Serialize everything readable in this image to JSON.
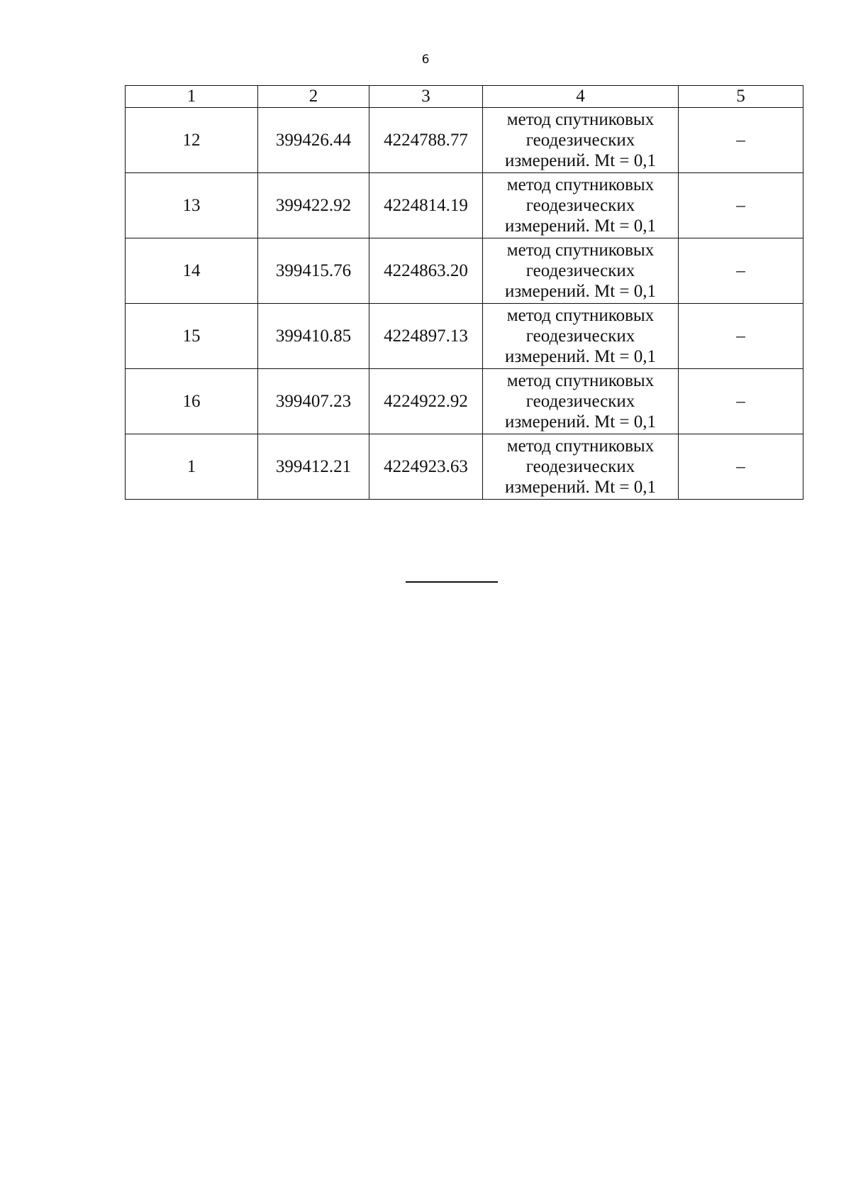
{
  "page_number": "6",
  "table": {
    "headers": [
      "1",
      "2",
      "3",
      "4",
      "5"
    ],
    "rows": [
      {
        "point": "12",
        "x": "399426.44",
        "y": "4224788.77",
        "method": "метод спутниковых геодезических измерений. Mt = 0,1",
        "note": "–"
      },
      {
        "point": "13",
        "x": "399422.92",
        "y": "4224814.19",
        "method": "метод спутниковых геодезических измерений. Mt = 0,1",
        "note": "–"
      },
      {
        "point": "14",
        "x": "399415.76",
        "y": "4224863.20",
        "method": "метод спутниковых геодезических измерений. Mt = 0,1",
        "note": "–"
      },
      {
        "point": "15",
        "x": "399410.85",
        "y": "4224897.13",
        "method": "метод спутниковых геодезических измерений. Mt = 0,1",
        "note": "–"
      },
      {
        "point": "16",
        "x": "399407.23",
        "y": "4224922.92",
        "method": "метод спутниковых геодезических измерений. Mt = 0,1",
        "note": "–"
      },
      {
        "point": "1",
        "x": "399412.21",
        "y": "4224923.63",
        "method": "метод спутниковых геодезических измерений. Mt = 0,1",
        "note": "–"
      }
    ]
  }
}
